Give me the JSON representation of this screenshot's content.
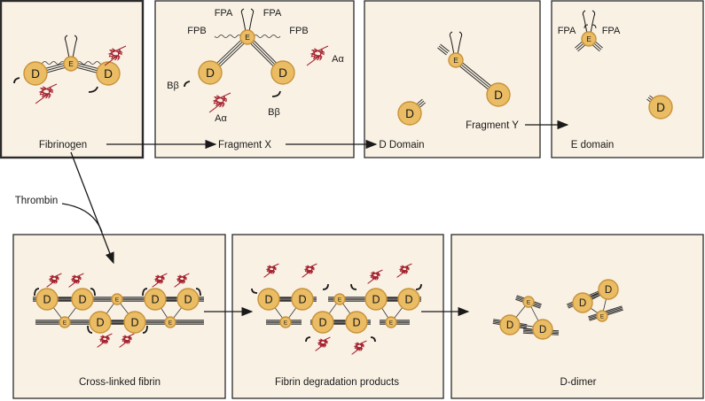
{
  "colors": {
    "panel_bg": "#f9f1e4",
    "domain_fill": "#eabc64",
    "domain_stroke": "#c8923a",
    "coil": "#a3202e",
    "line": "#1a1a1a"
  },
  "labels": {
    "fibrinogen": "Fibrinogen",
    "fragment_x": "Fragment X",
    "d_domain": "D Domain",
    "fragment_y": "Fragment Y",
    "e_domain": "E domain",
    "thrombin": "Thrombin",
    "cross_linked": "Cross-linked fibrin",
    "fdp": "Fibrin degradation products",
    "d_dimer": "D-dimer"
  },
  "annotations": {
    "fpa": "FPA",
    "fpb": "FPB",
    "a_alpha": "Aα",
    "b_beta": "Bβ"
  },
  "domain_letters": {
    "d": "D",
    "e": "E"
  }
}
